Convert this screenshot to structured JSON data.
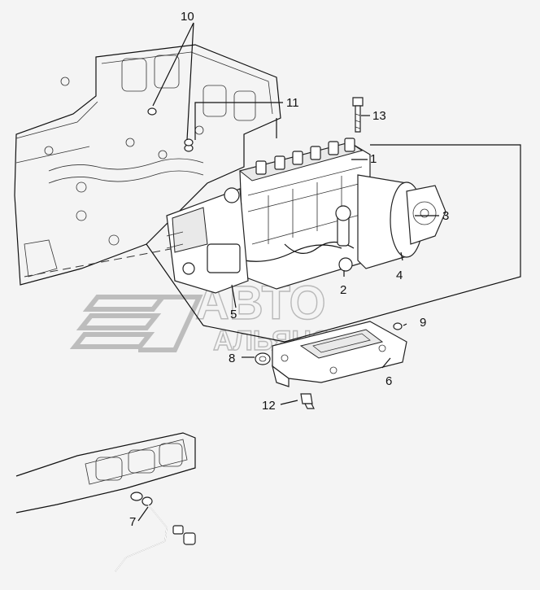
{
  "watermark": {
    "line1": "АВТО",
    "line2": "АЛЬЯНС"
  },
  "callouts": [
    {
      "id": "c1",
      "text": "1"
    },
    {
      "id": "c2",
      "text": "2"
    },
    {
      "id": "c3",
      "text": "3"
    },
    {
      "id": "c4",
      "text": "4"
    },
    {
      "id": "c5",
      "text": "5"
    },
    {
      "id": "c6",
      "text": "6"
    },
    {
      "id": "c7",
      "text": "7"
    },
    {
      "id": "c8",
      "text": "8"
    },
    {
      "id": "c9",
      "text": "9"
    },
    {
      "id": "c10",
      "text": "10"
    },
    {
      "id": "c11",
      "text": "11"
    },
    {
      "id": "c12",
      "text": "12"
    },
    {
      "id": "c13",
      "text": "13"
    }
  ]
}
